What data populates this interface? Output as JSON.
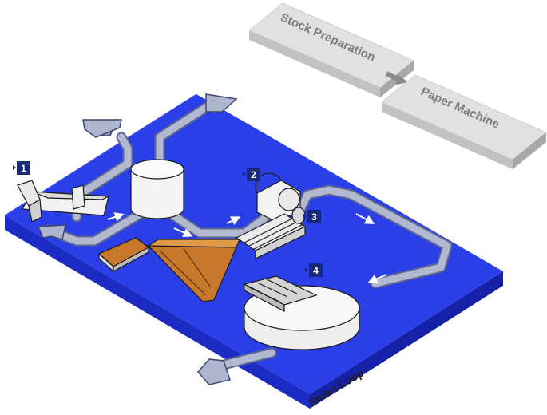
{
  "boxes": {
    "stock_preparation": "Stock Preparation",
    "paper_machine": "Paper Machine"
  },
  "platform_label": "Smart Loop",
  "markers": [
    {
      "id": "1"
    },
    {
      "id": "2"
    },
    {
      "id": "3"
    },
    {
      "id": "4"
    }
  ],
  "colors": {
    "platform_top": "#2b3fe8",
    "platform_side": "#1521a8",
    "pipe": "#a9b1c8",
    "box_top": "#e1e1e1",
    "box_side": "#b9b9b9",
    "marker_bg": "#1a2a7a",
    "sludge": "#c8782a"
  }
}
